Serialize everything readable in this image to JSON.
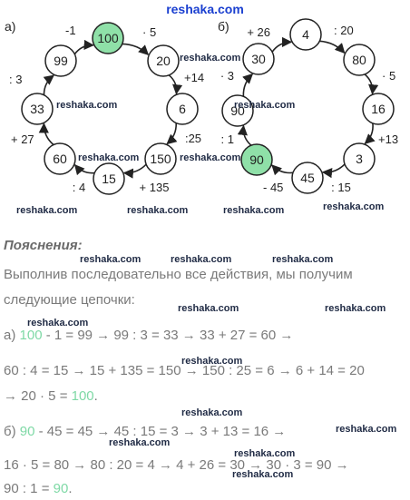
{
  "site_title": "reshaka.com",
  "watermark": "reshaka.com",
  "colors": {
    "node_fill": "#ffffff",
    "node_start_fill": "#8fe0a8",
    "stroke": "#222222",
    "highlight_text": "#7fd9a6"
  },
  "diagram_a": {
    "label": "а)",
    "nodes": [
      {
        "id": "a0",
        "value": "100",
        "start": true
      },
      {
        "id": "a1",
        "value": "20"
      },
      {
        "id": "a2",
        "value": "6"
      },
      {
        "id": "a3",
        "value": "150"
      },
      {
        "id": "a4",
        "value": "15"
      },
      {
        "id": "a5",
        "value": "60"
      },
      {
        "id": "a6",
        "value": "33"
      },
      {
        "id": "a7",
        "value": "99"
      }
    ],
    "ops": [
      "· 5",
      "+14",
      ":25",
      "+ 135",
      ": 4",
      "+ 27",
      ": 3",
      "-1"
    ]
  },
  "diagram_b": {
    "label": "б)",
    "nodes": [
      {
        "id": "b0",
        "value": "4"
      },
      {
        "id": "b1",
        "value": "80"
      },
      {
        "id": "b2",
        "value": "16"
      },
      {
        "id": "b3",
        "value": "3"
      },
      {
        "id": "b4",
        "value": "45"
      },
      {
        "id": "b5",
        "value": "90",
        "start": true
      },
      {
        "id": "b6",
        "value": "90"
      },
      {
        "id": "b7",
        "value": "30"
      }
    ],
    "ops": [
      ": 20",
      "· 5",
      "+13",
      ": 15",
      "- 45",
      ": 1",
      "· 3",
      "+ 26"
    ]
  },
  "explanation": {
    "heading": "Пояснения:",
    "intro_line1": "Выполнив последовательно все действия, мы получим",
    "intro_line2": "следующие цепочки:",
    "a_prefix": "а) ",
    "a_start": "100",
    "a_line1_rest": " - 1 = 99 → 99 : 3 = 33 → 33 + 27 = 60 →",
    "a_line2": "60 : 4 = 15 → 15 + 135 = 150 → 150 : 25 = 6 → 6 + 14 = 20",
    "a_line3_prefix": "→ 20 · 5 = ",
    "a_end": "100",
    "a_line3_suffix": ".",
    "b_prefix": "б) ",
    "b_start": "90",
    "b_line1_rest": " - 45 = 45 → 45 : 15 = 3 → 3 + 13 = 16 →",
    "b_line2": "16 · 5 = 80 → 80 : 20 = 4 → 4 + 26 = 30 → 30 · 3 = 90 →",
    "b_line3_prefix": "90 : 1 = ",
    "b_end": "90",
    "b_line3_suffix": "."
  }
}
